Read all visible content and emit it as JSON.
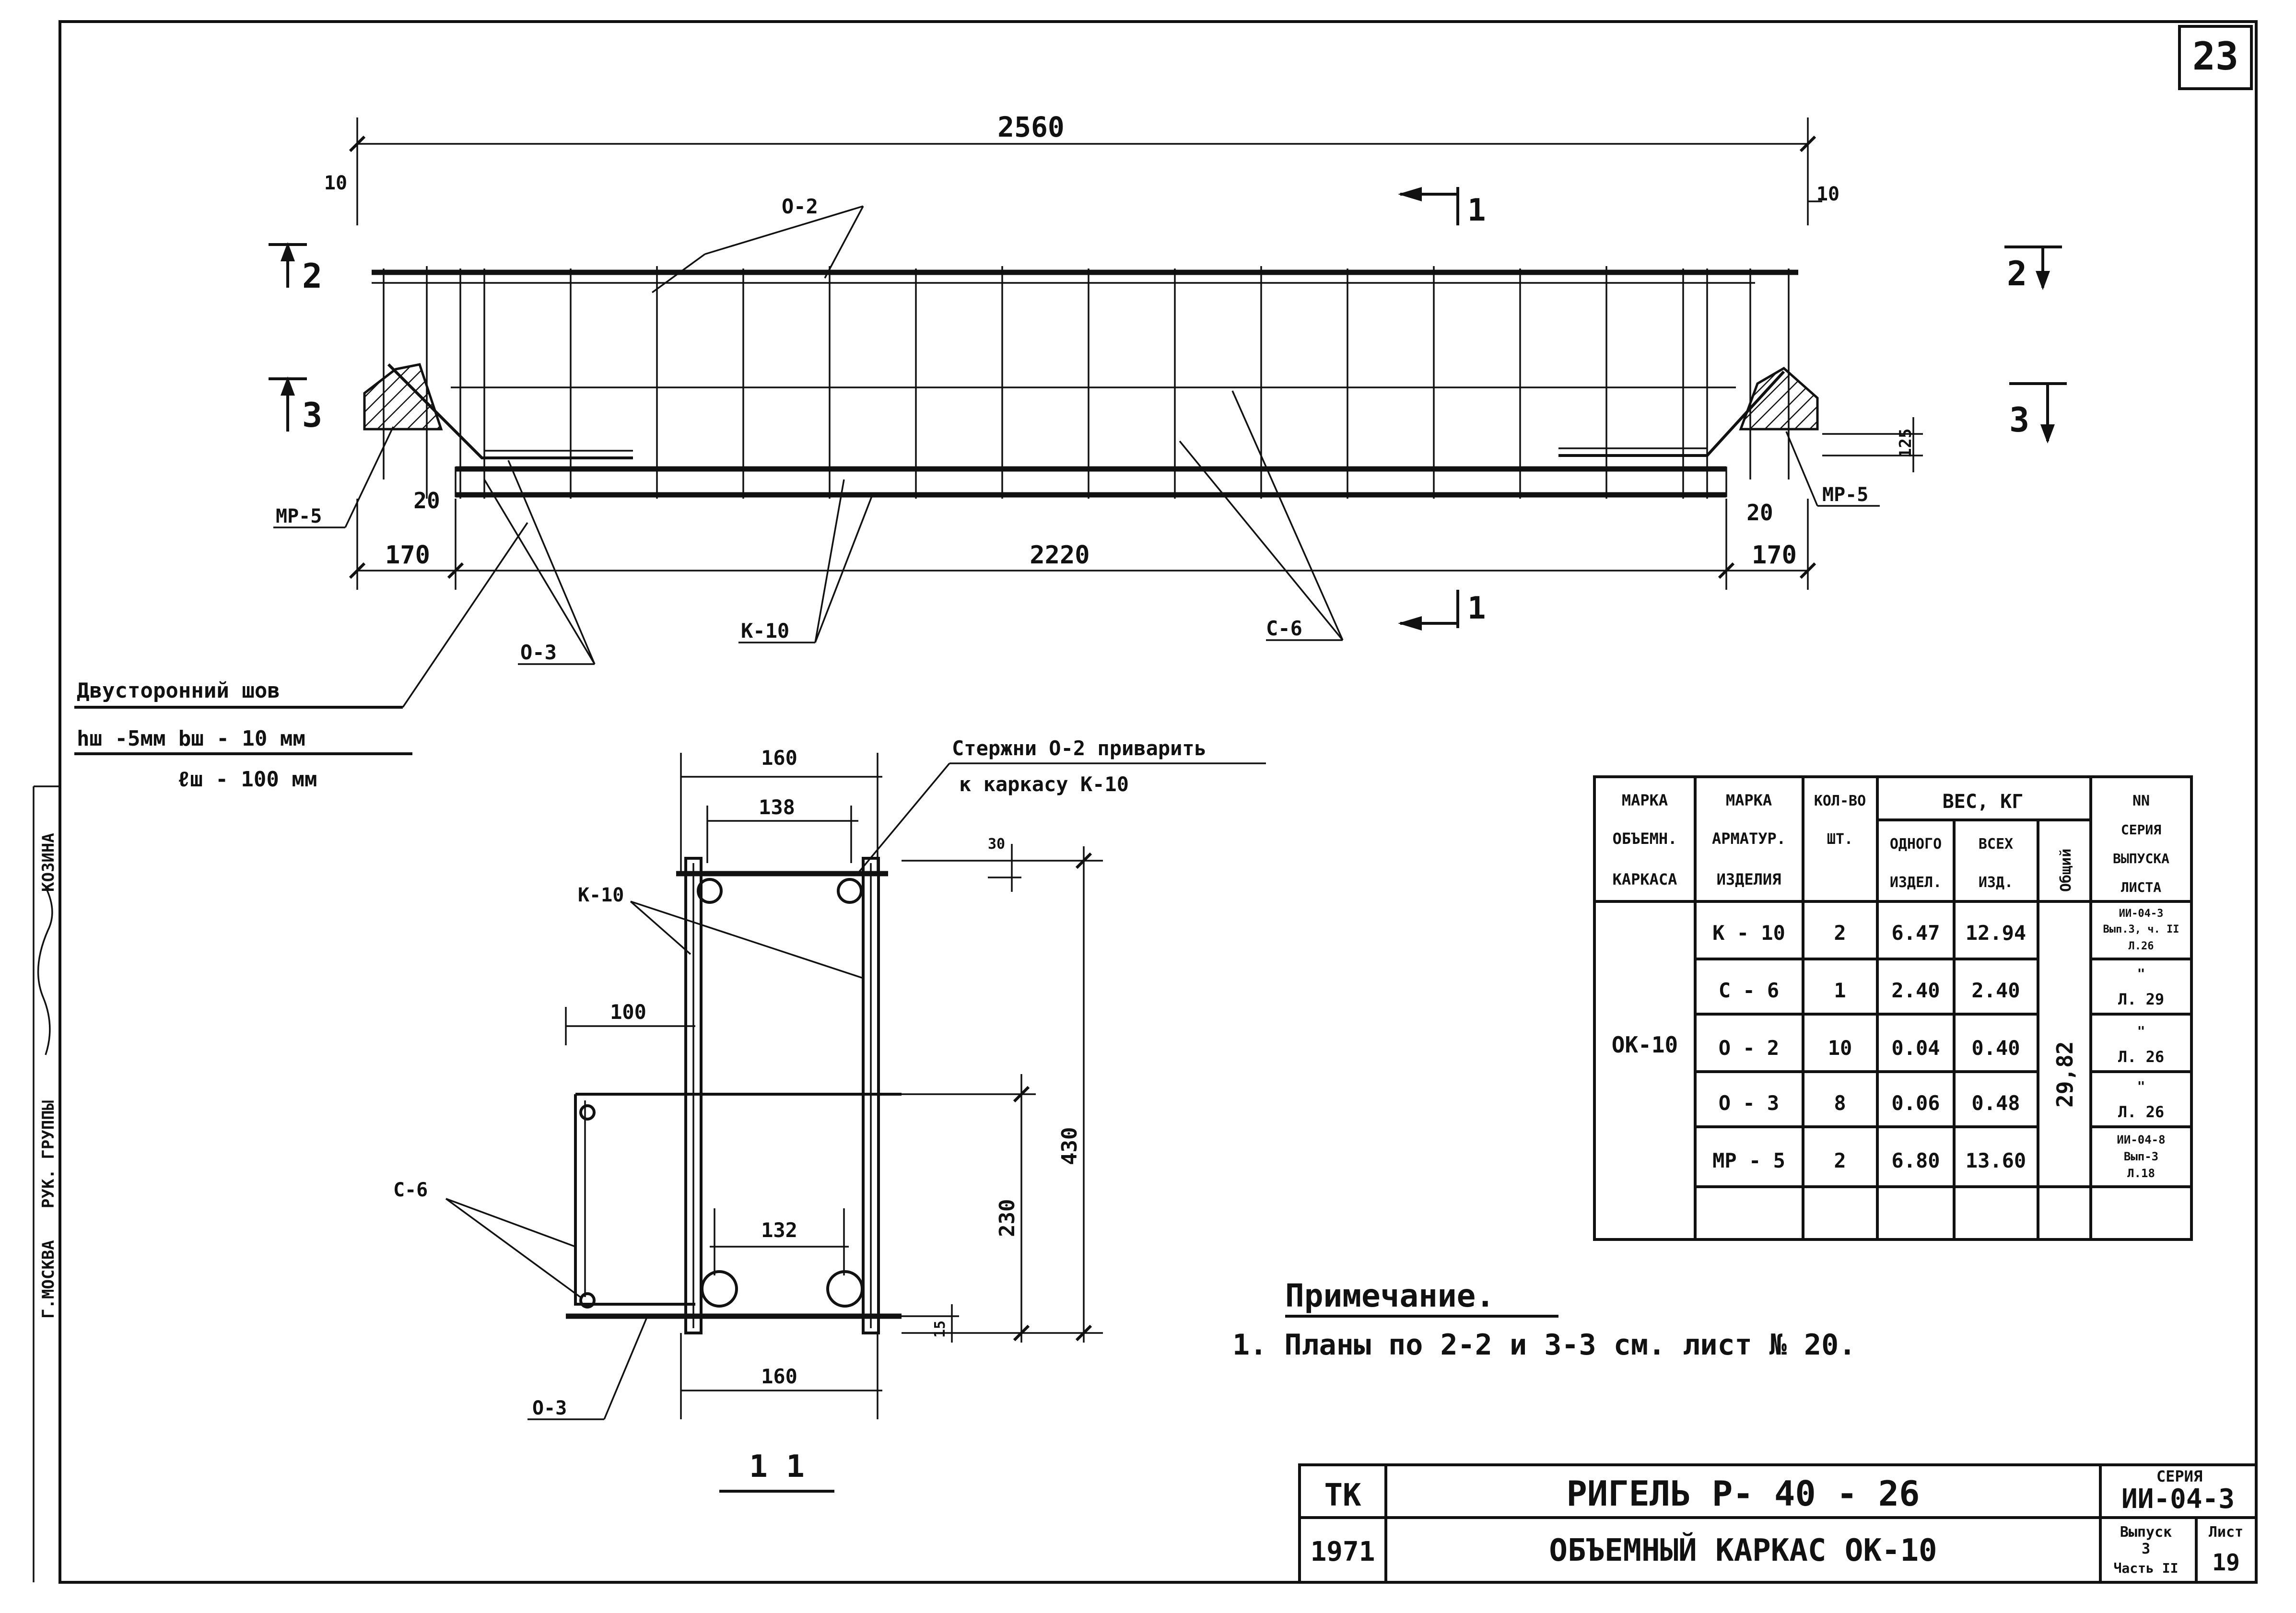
{
  "sheet_number": "23",
  "elevation": {
    "dim_total": "2560",
    "dim_middle": "2220",
    "dim_left_end": "170",
    "dim_right_end": "170",
    "dim_top_left": "10",
    "dim_top_right": "10",
    "dim_left_20": "20",
    "dim_right_20": "20",
    "dim_right_height": "125",
    "section_1": "1",
    "section_2": "2",
    "section_3": "3",
    "label_o2": "О-2",
    "label_o3": "О-3",
    "label_k10": "К-10",
    "label_c6": "С-6",
    "label_mp5_left": "МР-5",
    "label_mp5_right": "МР-5"
  },
  "weld_note": {
    "line1": "Двусторонний шов",
    "line2": "hш -5мм  bш - 10 мм",
    "line3": "ℓш - 100 мм"
  },
  "section": {
    "note_line1": "Стержни О-2 приварить",
    "note_line2": "к каркасу К-10",
    "dim_top_outer": "160",
    "dim_top_inner": "138",
    "dim_left_100": "100",
    "dim_inner_132": "132",
    "dim_bottom_160": "160",
    "dim_total_height": "430",
    "dim_230": "230",
    "dim_top_30": "30",
    "dim_bottom_15": "15",
    "label_k10": "К-10",
    "label_c6": "С-6",
    "label_o3": "О-3",
    "title": "1 1"
  },
  "spec_table": {
    "headers": {
      "col1": [
        "МАРКА",
        "ОБЪЕМН.",
        "КАРКАСА"
      ],
      "col2": [
        "МАРКА",
        "АРМАТУР.",
        "ИЗДЕЛИЯ"
      ],
      "col3": [
        "КОЛ-ВО",
        "ШТ."
      ],
      "weight": "ВЕС, КГ",
      "w_one": [
        "ОДНОГО",
        "ИЗДЕЛ."
      ],
      "w_all": [
        "ВСЕХ",
        "ИЗД."
      ],
      "w_total": "Общий",
      "col_ref": [
        "NN",
        "СЕРИЯ",
        "ВЫПУСКА",
        "ЛИСТА"
      ]
    },
    "frame_mark": "ОК-10",
    "total_weight": "29,82",
    "rows": [
      {
        "mark": "К - 10",
        "qty": "2",
        "one": "6.47",
        "all": "12.94",
        "ref": [
          "ИИ-04-3",
          "Вып.3, ч. II",
          "Л.26"
        ]
      },
      {
        "mark": "С - 6",
        "qty": "1",
        "one": "2.40",
        "all": "2.40",
        "ref": [
          "\"",
          "Л. 29"
        ]
      },
      {
        "mark": "О - 2",
        "qty": "10",
        "one": "0.04",
        "all": "0.40",
        "ref": [
          "\"",
          "Л. 26"
        ]
      },
      {
        "mark": "О - 3",
        "qty": "8",
        "one": "0.06",
        "all": "0.48",
        "ref": [
          "\"",
          "Л. 26"
        ]
      },
      {
        "mark": "МР - 5",
        "qty": "2",
        "one": "6.80",
        "all": "13.60",
        "ref": [
          "ИИ-04-8",
          "Вып-3",
          "Л.18"
        ]
      }
    ]
  },
  "note": {
    "heading": "Примечание.",
    "line1": "1. Планы по 2-2 и 3-3 см. лист № 20."
  },
  "title_block": {
    "org": "ТК",
    "year": "1971",
    "title": "РИГЕЛЬ   Р- 40 - 26",
    "subtitle": "ОБЪЕМНЫЙ  КАРКАС  ОК-10",
    "series_label": "СЕРИЯ",
    "series": "ИИ-04-3",
    "issue_label": "Выпуск",
    "issue": "3",
    "part": "Часть II",
    "sheet_label": "Лист",
    "sheet": "19"
  },
  "side_stamp": {
    "org": "Г.МОСКВА",
    "role": "РУК. ГРУППЫ",
    "name": "КОЗИНА"
  }
}
